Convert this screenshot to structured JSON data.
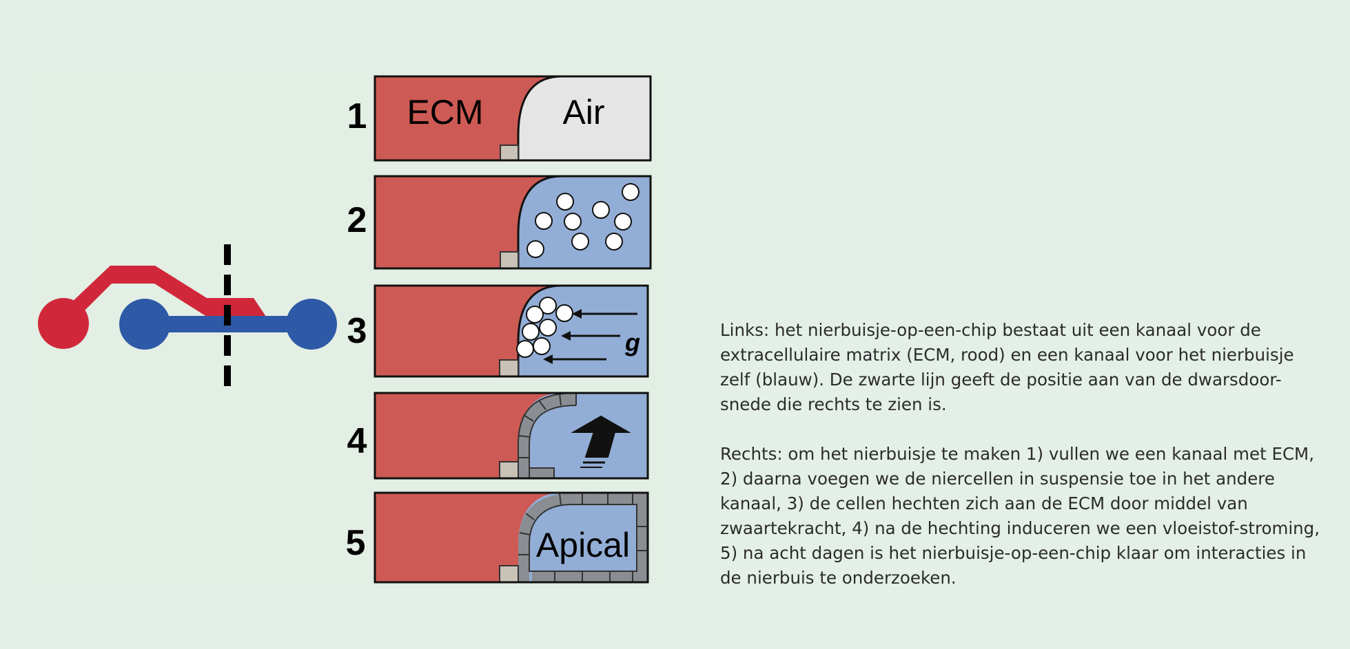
{
  "colors": {
    "background": "#e4efe7",
    "ecm_red": "#cd5a54",
    "chip_red": "#d0283a",
    "chip_blue": "#2d59a6",
    "medium_blue": "#93aed6",
    "air_grey": "#e5e5e5",
    "cell_grey": "#8a8e92",
    "outline": "#111111"
  },
  "diagram": {
    "steps": [
      {
        "number": "1",
        "left_label": "ECM",
        "right_label": "Air",
        "content": "air"
      },
      {
        "number": "2",
        "content": "cells-in-suspension"
      },
      {
        "number": "3",
        "content": "gravity-attachment",
        "arrow_label": "g"
      },
      {
        "number": "4",
        "content": "flow-induction",
        "icon": "up-arrow-icon"
      },
      {
        "number": "5",
        "content": "tubule",
        "right_label": "Apical"
      }
    ]
  },
  "caption": {
    "left": "Links: het nierbuisje-op-een-chip bestaat uit een kanaal voor de extracellulaire matrix (ECM, rood) en een kanaal voor het nierbuisje zelf (blauw). De zwarte lijn geeft de positie aan van de dwarsdoor-snede die rechts te zien is.",
    "right": "Rechts: om het nierbuisje te maken 1) vullen we een kanaal met ECM, 2) daarna voegen we de niercellen in suspensie toe in het andere kanaal, 3) de cellen hechten zich aan de ECM door middel van zwaartekracht, 4) na de hechting induceren we een vloeistof-stroming, 5) na acht dagen is het nierbuisje-op-een-chip klaar om interacties in de nierbuis te onderzoeken."
  }
}
